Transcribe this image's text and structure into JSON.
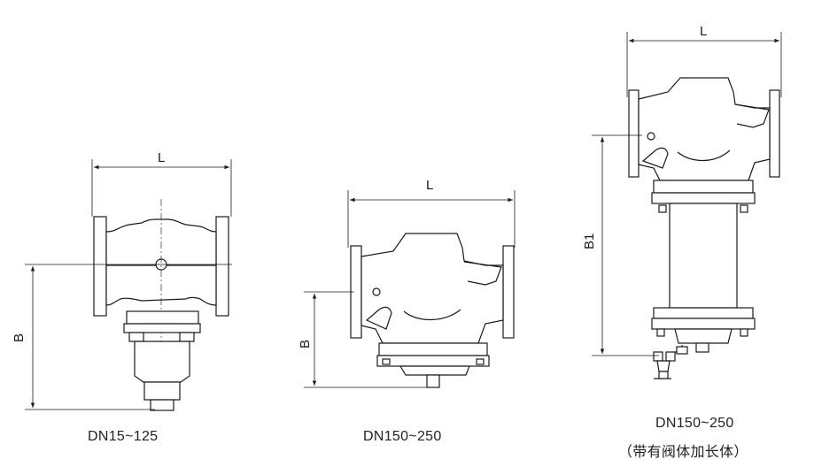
{
  "views": [
    {
      "caption": "DN15~125",
      "width_label": "L",
      "height_label": "B"
    },
    {
      "caption": "DN150~250",
      "width_label": "L",
      "height_label": "B"
    },
    {
      "caption": "DN150~250",
      "subcaption": "（带有阀体加长体）",
      "width_label": "L",
      "height_label": "B1"
    }
  ]
}
